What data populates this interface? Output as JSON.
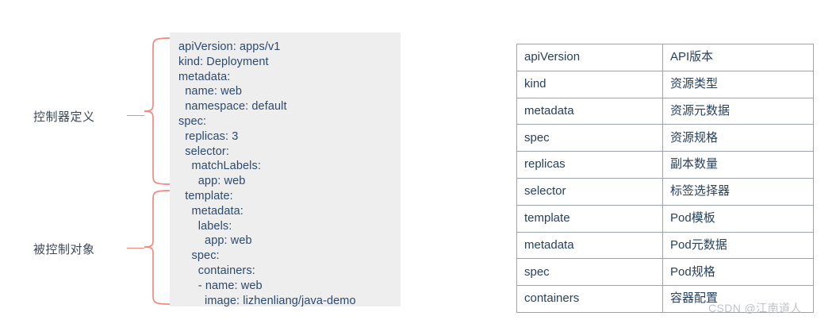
{
  "annotations": {
    "controller_definition_label": "控制器定义",
    "controlled_object_label": "被控制对象",
    "brace_color": "#ef8a7d"
  },
  "yaml_block": {
    "background_color": "#eeeeee",
    "text_color": "#2b4a6f",
    "content": "apiVersion: apps/v1\nkind: Deployment\nmetadata:\n  name: web\n  namespace: default\nspec:\n  replicas: 3\n  selector:\n    matchLabels:\n      app: web\n  template:\n    metadata:\n      labels:\n        app: web\n    spec:\n      containers:\n      - name: web\n        image: lizhenliang/java-demo",
    "lines": [
      "apiVersion: apps/v1",
      "kind: Deployment",
      "metadata:",
      "  name: web",
      "  namespace: default",
      "spec:",
      "  replicas: 3",
      "  selector:",
      "    matchLabels:",
      "      app: web",
      "  template:",
      "    metadata:",
      "      labels:",
      "        app: web",
      "    spec:",
      "      containers:",
      "      - name: web",
      "        image: lizhenliang/java-demo"
    ]
  },
  "spec_table": {
    "border_color": "#9aa4b0",
    "text_color": "#27415f",
    "rows": [
      {
        "key": "apiVersion",
        "value": "API版本"
      },
      {
        "key": "kind",
        "value": "资源类型"
      },
      {
        "key": "metadata",
        "value": "资源元数据"
      },
      {
        "key": "spec",
        "value": "资源规格"
      },
      {
        "key": "replicas",
        "value": "副本数量"
      },
      {
        "key": "selector",
        "value": "标签选择器"
      },
      {
        "key": "template",
        "value": "Pod模板"
      },
      {
        "key": "metadata",
        "value": "Pod元数据"
      },
      {
        "key": "spec",
        "value": "Pod规格"
      },
      {
        "key": "containers",
        "value": "容器配置"
      }
    ]
  },
  "watermark": {
    "text": "CSDN @江南道人"
  }
}
